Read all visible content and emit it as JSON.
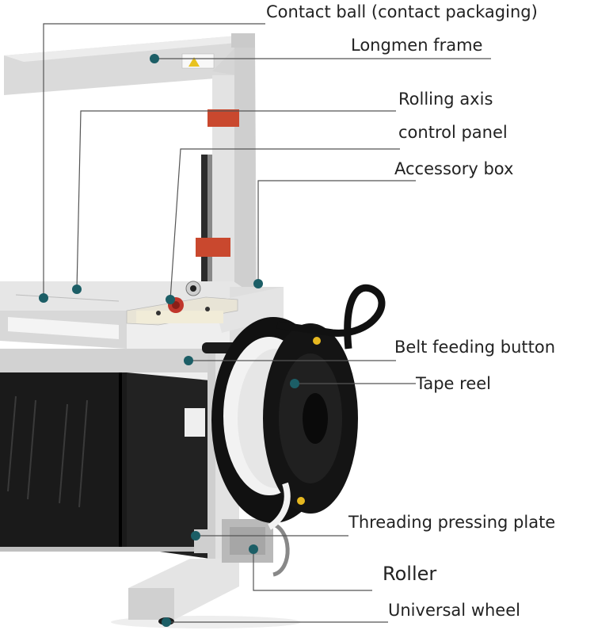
{
  "colors": {
    "leader_line": "#555555",
    "marker_dot": "#1c5e66",
    "frame_gray": "#dcdcdc",
    "panel_dark": "#1a1a1a",
    "bracket_red": "#c9482e",
    "tape_white": "#f2f2f2",
    "reel_black": "#111111"
  },
  "labels": [
    {
      "id": "contact-ball",
      "text": "Contact ball (contact packaging)"
    },
    {
      "id": "longmen-frame",
      "text": "Longmen frame"
    },
    {
      "id": "rolling-axis",
      "text": "Rolling axis"
    },
    {
      "id": "control-panel",
      "text": "control panel"
    },
    {
      "id": "accessory-box",
      "text": "Accessory box"
    },
    {
      "id": "belt-feeding-button",
      "text": "Belt feeding button"
    },
    {
      "id": "tape-reel",
      "text": "Tape reel"
    },
    {
      "id": "threading-pressing-plate",
      "text": "Threading pressing plate"
    },
    {
      "id": "roller",
      "text": "Roller"
    },
    {
      "id": "universal-wheel",
      "text": "Universal wheel"
    }
  ]
}
